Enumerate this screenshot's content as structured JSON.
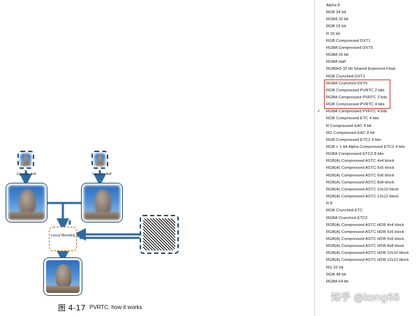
{
  "figure": {
    "number": "图 4-17",
    "caption": "PVRTC: how it works",
    "upscale_left_label": "Upscale 4x4",
    "upscale_right_label": "Upscale 4x4",
    "blend_label": "Linear Blending"
  },
  "format_list": {
    "selected_index": 15,
    "highlighted_range": [
      11,
      14
    ],
    "items": [
      "Alpha 8",
      "RGB 24 bit",
      "RGBA 32 bit",
      "RGB 16 bit",
      "R 16 bit",
      "RGB Compressed DXT1",
      "RGBA Compressed DXT5",
      "RGBA 16 bit",
      "RGBA Half",
      "RGB9e5 32 bit Shared Exponent Float",
      "RGB Crunched DXT1",
      "RGBA Crunched DXT5",
      "RGB Compressed PVRTC 2 bits",
      "RGBA Compressed PVRTC 2 bits",
      "RGB Compressed PVRTC 4 bits",
      "RGBA Compressed PVRTC 4 bits",
      "RGB Compressed ETC 4 bits",
      "R Compressed EAC 4 bit",
      "RG Compressed EAC 8 bit",
      "RGB Compressed ETC2 4 bits",
      "RGB + 1-bit Alpha Compressed ETC2 4 bits",
      "RGBA Compressed ETC2 8 bits",
      "RGB(A) Compressed ASTC 4x4 block",
      "RGB(A) Compressed ASTC 5x5 block",
      "RGB(A) Compressed ASTC 6x6 block",
      "RGB(A) Compressed ASTC 8x8 block",
      "RGB(A) Compressed ASTC 10x10 block",
      "RGB(A) Compressed ASTC 12x12 block",
      "R 8",
      "RGB Crunched ETC",
      "RGBA Crunched ETC2",
      "RGB(A) Compressed ASTC HDR 4x4 block",
      "RGB(A) Compressed ASTC HDR 5x5 block",
      "RGB(A) Compressed ASTC HDR 6x6 block",
      "RGB(A) Compressed ASTC HDR 8x8 block",
      "RGB(A) Compressed ASTC HDR 10x10 block",
      "RGB(A) Compressed ASTC HDR 12x12 block",
      "RG 32 bit",
      "RGB 48 bit",
      "RGBA 64 bit"
    ]
  },
  "watermark": "知乎 @kong66",
  "colors": {
    "diagram_line": "#1f4e79",
    "highlight": "#d9372a",
    "blend_border": "#c46a2a"
  }
}
